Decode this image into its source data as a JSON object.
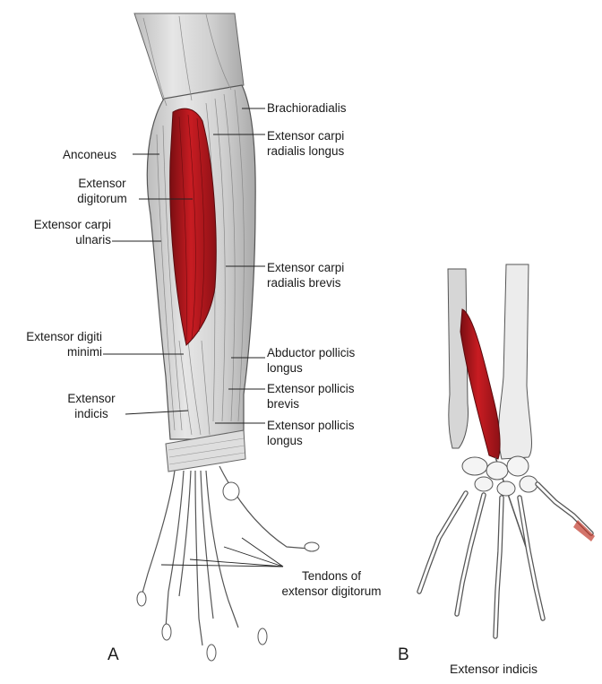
{
  "labels": {
    "brachioradialis": "Brachioradialis",
    "ecrl_1": "Extensor carpi",
    "ecrl_2": "radialis longus",
    "anconeus": "Anconeus",
    "ed_1": "Extensor",
    "ed_2": "digitorum",
    "ecu_1": "Extensor carpi",
    "ecu_2": "ulnaris",
    "ecrb_1": "Extensor carpi",
    "ecrb_2": "radialis brevis",
    "edm_1": "Extensor digiti",
    "edm_2": "minimi",
    "apl_1": "Abductor pollicis",
    "apl_2": "longus",
    "epb_1": "Extensor pollicis",
    "epb_2": "brevis",
    "ei_1": "Extensor",
    "ei_2": "indicis",
    "epl_1": "Extensor pollicis",
    "epl_2": "longus",
    "ted_1": "Tendons of",
    "ted_2": "extensor digitorum"
  },
  "panels": {
    "a": "A",
    "b": "B"
  },
  "caption_b": "Extensor indicis",
  "colors": {
    "muscle": "#b3171c",
    "bone": "#e9e9e9",
    "outline": "#555555",
    "tissue": "#d4d4d4"
  }
}
